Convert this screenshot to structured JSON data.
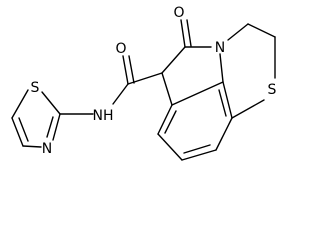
{
  "molecule": {
    "atoms": {
      "carbonyl_oxygen_ring": "O",
      "ring_nitrogen": "N",
      "thioether_sulfur": "S",
      "amide_oxygen": "O",
      "amide_nitrogen": "NH",
      "thiazole_sulfur": "S",
      "thiazole_nitrogen": "N"
    }
  }
}
